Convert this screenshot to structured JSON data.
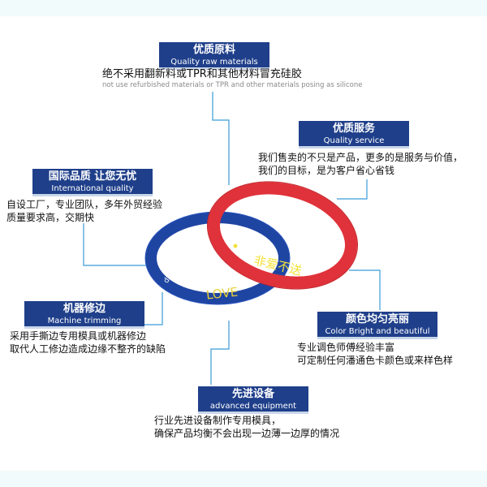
{
  "colors": {
    "label_bg": "#1f3f8a",
    "line": "#3b9bd6",
    "red_band": "#e0323a",
    "blue_band": "#1f45a3",
    "red_band_text": "#f3e23a",
    "blue_band_text": "#e8cf35"
  },
  "features": {
    "raw_materials": {
      "zh": "优质原料",
      "en": "Quality raw materials",
      "desc": "绝不采用翻新料或TPR和其他材料冒充硅胶",
      "sub": "not use refurbished materials or TPR and other materials posing as silicone"
    },
    "service": {
      "zh": "优质服务",
      "en": "Quality service",
      "desc1": "我们售卖的不只是产品，更多的是服务与价值，",
      "desc2": "我们的目标，是为客户省心省钱"
    },
    "international": {
      "zh": "国际品质  让您无忧",
      "en": "International quality",
      "desc1": "自设工厂，专业团队，多年外贸经验",
      "desc2": "质量要求高，交期快"
    },
    "trimming": {
      "zh": "机器修边",
      "en": "Machine trimming",
      "desc1": "采用手撕边专用模具或机器修边",
      "desc2": "取代人工修边造成边缘不整齐的缺陷"
    },
    "color": {
      "zh": "颜色均匀亮丽",
      "en": "Color Bright and beautiful",
      "desc1": "专业调色师傅经验丰富",
      "desc2": "可定制任何潘通色卡颜色或来样色样"
    },
    "equipment": {
      "zh": "先进设备",
      "en": "advanced equipment",
      "desc1": "行业先进设备制作专用模具，",
      "desc2": "确保产品均衡不会出现一边薄一边厚的情况"
    }
  },
  "product": {
    "red_text": "非爱不送",
    "blue_text": "LOVE",
    "blue_small_text": "dyhcom"
  }
}
